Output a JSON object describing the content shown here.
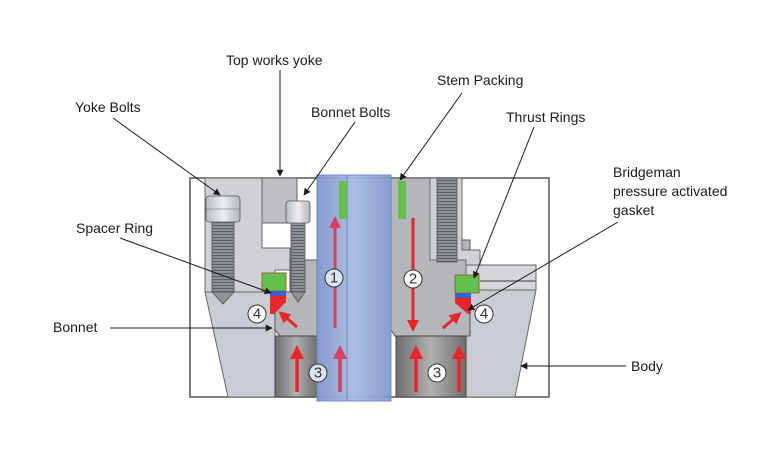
{
  "diagram": {
    "title": "Pressure seal bonnet cross-section",
    "colors": {
      "background": "#ffffff",
      "frame_stroke": "#555555",
      "body_fill": "#c9ccd3",
      "body_light": "#d8dbe0",
      "bonnet_fill": "#b4b6ba",
      "bonnet_dark": "#8d8f93",
      "lower_ring_fill": "#8a8a8a",
      "bolt_fill": "#8f9296",
      "bolt_thread": "#6c6f73",
      "nut_fill": "#d0d2d5",
      "stem_fill": "#8fa7d6",
      "stem_stroke": "#6f86b8",
      "packing_green": "#63c04a",
      "spacer_blue": "#3e5fd0",
      "gasket_red": "#e8262c",
      "arrow_red": "#e8262c",
      "stem_arrow": "#d8405f",
      "leader_line": "#1a1a1a",
      "callout_fill": "#ffffff",
      "callout_stroke": "#333333"
    },
    "labels": [
      {
        "id": "top-works-yoke",
        "text": "Top works yoke"
      },
      {
        "id": "yoke-bolts",
        "text": "Yoke Bolts"
      },
      {
        "id": "bonnet-bolts",
        "text": "Bonnet Bolts"
      },
      {
        "id": "stem-packing",
        "text": "Stem Packing"
      },
      {
        "id": "thrust-rings",
        "text": "Thrust Rings"
      },
      {
        "id": "bridgeman-gasket",
        "text": "Bridgeman\npressure activated\ngasket"
      },
      {
        "id": "spacer-ring",
        "text": "Spacer Ring"
      },
      {
        "id": "bonnet",
        "text": "Bonnet"
      },
      {
        "id": "body",
        "text": "Body"
      }
    ],
    "callouts": [
      {
        "id": "callout-1",
        "number": "1"
      },
      {
        "id": "callout-2",
        "number": "2"
      },
      {
        "id": "callout-3-left",
        "number": "3"
      },
      {
        "id": "callout-3-right",
        "number": "3"
      },
      {
        "id": "callout-4-left",
        "number": "4"
      },
      {
        "id": "callout-4-right",
        "number": "4"
      }
    ]
  }
}
